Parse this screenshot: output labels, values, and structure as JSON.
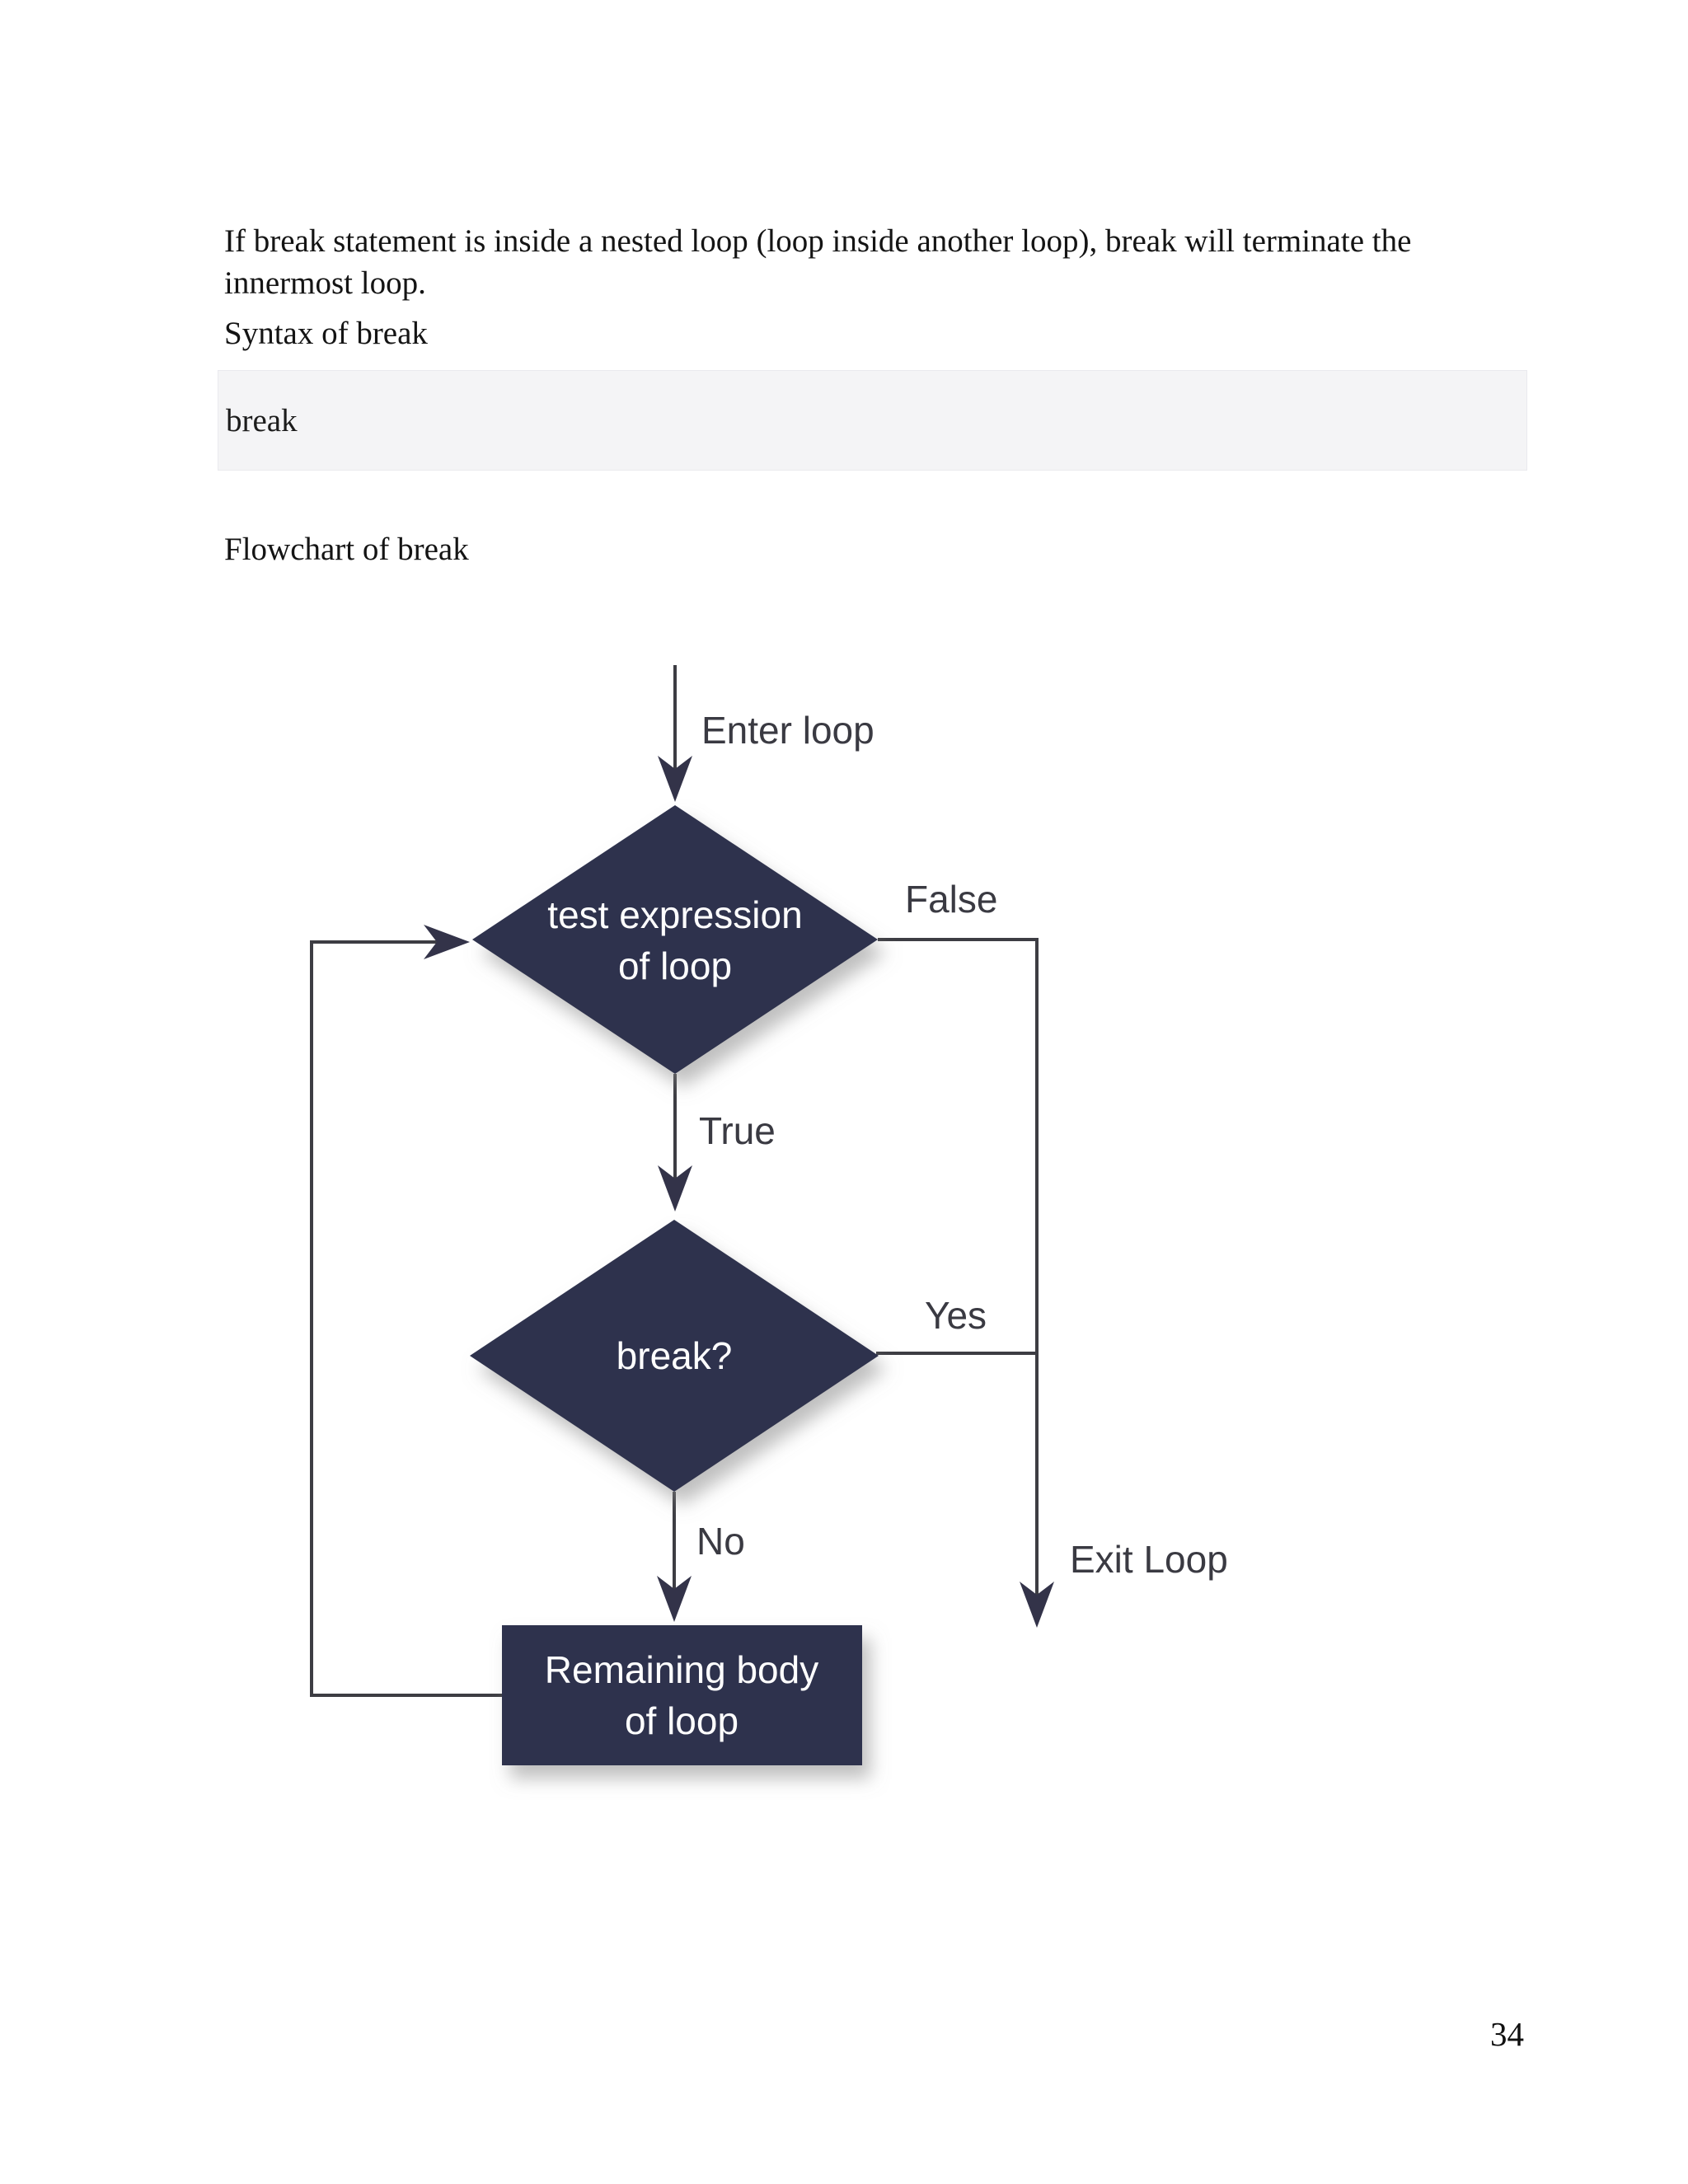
{
  "page": {
    "paragraph": "If break statement is inside a nested loop (loop inside another loop), break will terminate the innermost loop.",
    "syntax_heading": "Syntax of break",
    "code": "break",
    "flowchart_heading": "Flowchart of break",
    "page_number": "34"
  },
  "flowchart": {
    "entry_label": "Enter loop",
    "decision1_line1": "test expression",
    "decision1_line2": "of loop",
    "false_label": "False",
    "true_label": "True",
    "decision2_label": "break?",
    "yes_label": "Yes",
    "no_label": "No",
    "exit_label": "Exit Loop",
    "process_line1": "Remaining body",
    "process_line2": "of loop"
  },
  "colors": {
    "node_fill": "#2e324e",
    "node_text": "#ffffff",
    "edge_line": "#3d3d43",
    "arrowhead": "#333349",
    "edge_label_text": "#3a3a42",
    "code_background": "#f4f4f6",
    "page_background": "#ffffff",
    "body_text": "#141414"
  }
}
